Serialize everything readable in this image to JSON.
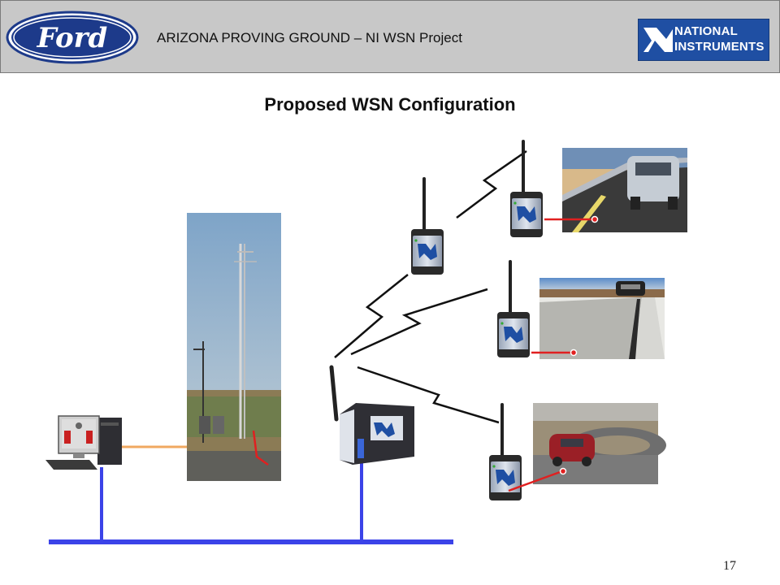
{
  "header": {
    "logo_left": "Ford",
    "title": "ARIZONA PROVING GROUND – NI WSN Project",
    "logo_right_line1": "NATIONAL",
    "logo_right_line2": "INSTRUMENTS"
  },
  "slide": {
    "title": "Proposed WSN Configuration",
    "page_number": "17"
  },
  "colors": {
    "header_bg": "#c8c8c8",
    "ford_blue": "#1d3a8a",
    "ni_blue": "#1f4fa3",
    "network_line": "#3b43e8",
    "serial_cable": "#f0a860",
    "sensor_wire": "#e02020",
    "wireless_bolt": "#111111"
  },
  "icons": [
    "ford-logo-icon",
    "ni-logo-icon",
    "computer-icon",
    "weather-tower-photo",
    "wsn-gateway-icon",
    "wsn-node-icon",
    "lightning-link-icon",
    "test-track-photo"
  ]
}
